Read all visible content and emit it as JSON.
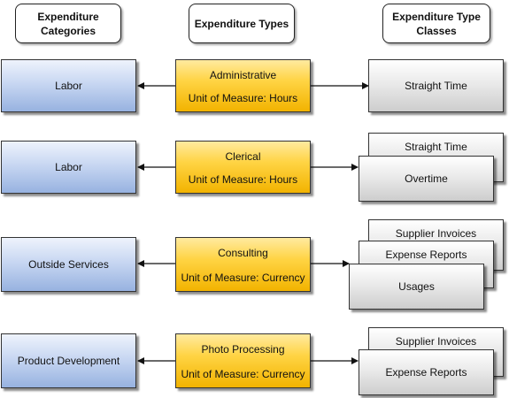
{
  "headers": {
    "categories": "Expenditure Categories",
    "types": "Expenditure Types",
    "classes": "Expenditure Type Classes"
  },
  "rows": [
    {
      "category": "Labor",
      "type_name": "Administrative",
      "unit": "Unit of Measure: Hours",
      "classes": [
        "Straight Time"
      ]
    },
    {
      "category": "Labor",
      "type_name": "Clerical",
      "unit": "Unit of Measure: Hours",
      "classes": [
        "Straight Time",
        "Overtime"
      ]
    },
    {
      "category": "Outside Services",
      "type_name": "Consulting",
      "unit": "Unit of Measure: Currency",
      "classes": [
        "Supplier Invoices",
        "Expense Reports",
        "Usages"
      ]
    },
    {
      "category": "Product Development",
      "type_name": "Photo Processing",
      "unit": "Unit of Measure: Currency",
      "classes": [
        "Supplier Invoices",
        "Expense Reports"
      ]
    }
  ]
}
